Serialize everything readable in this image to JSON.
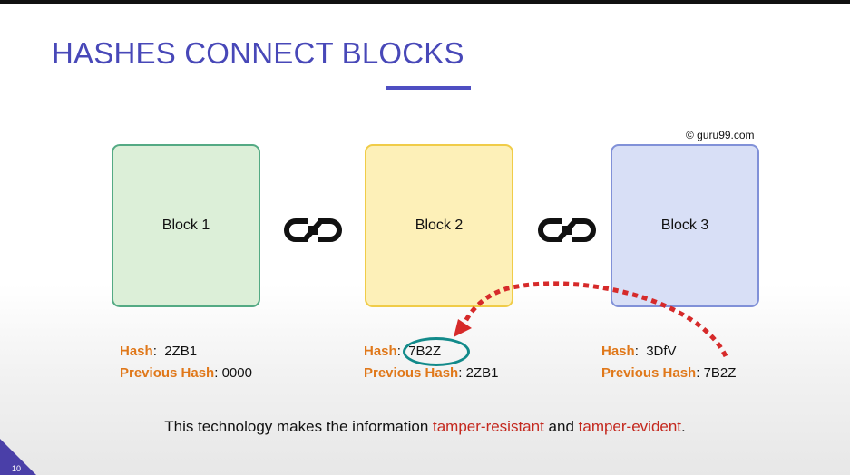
{
  "slide": {
    "title": "HASHES CONNECT BLOCKS",
    "copyright": "© guru99.com",
    "slide_number": "10",
    "accent_color": "#4848b8"
  },
  "blocks": [
    {
      "label": "Block 1",
      "hash_label": "Hash",
      "hash_value": "2ZB1",
      "prev_label": "Previous Hash",
      "prev_value": "0000",
      "fill": "#dcefd8",
      "border": "#54aa84"
    },
    {
      "label": "Block 2",
      "hash_label": "Hash",
      "hash_value": "7B2Z",
      "prev_label": "Previous Hash",
      "prev_value": "2ZB1",
      "fill": "#fdf0b8",
      "border": "#f0cc48"
    },
    {
      "label": "Block 3",
      "hash_label": "Hash",
      "hash_value": "3DfV",
      "prev_label": "Previous Hash",
      "prev_value": "7B2Z",
      "fill": "#d8dff6",
      "border": "#8191d8"
    }
  ],
  "links": [
    {
      "icon": "chain-link-icon"
    },
    {
      "icon": "chain-link-icon"
    }
  ],
  "annotation": {
    "arrow_color": "#d62a2a",
    "highlight_ring_color": "#128a8a"
  },
  "footer": {
    "text_before": "This technology makes the information ",
    "highlight1": "tamper-resistant",
    "text_middle": " and ",
    "highlight2": "tamper-evident",
    "text_after": ".",
    "highlight_color": "#c4281e"
  }
}
